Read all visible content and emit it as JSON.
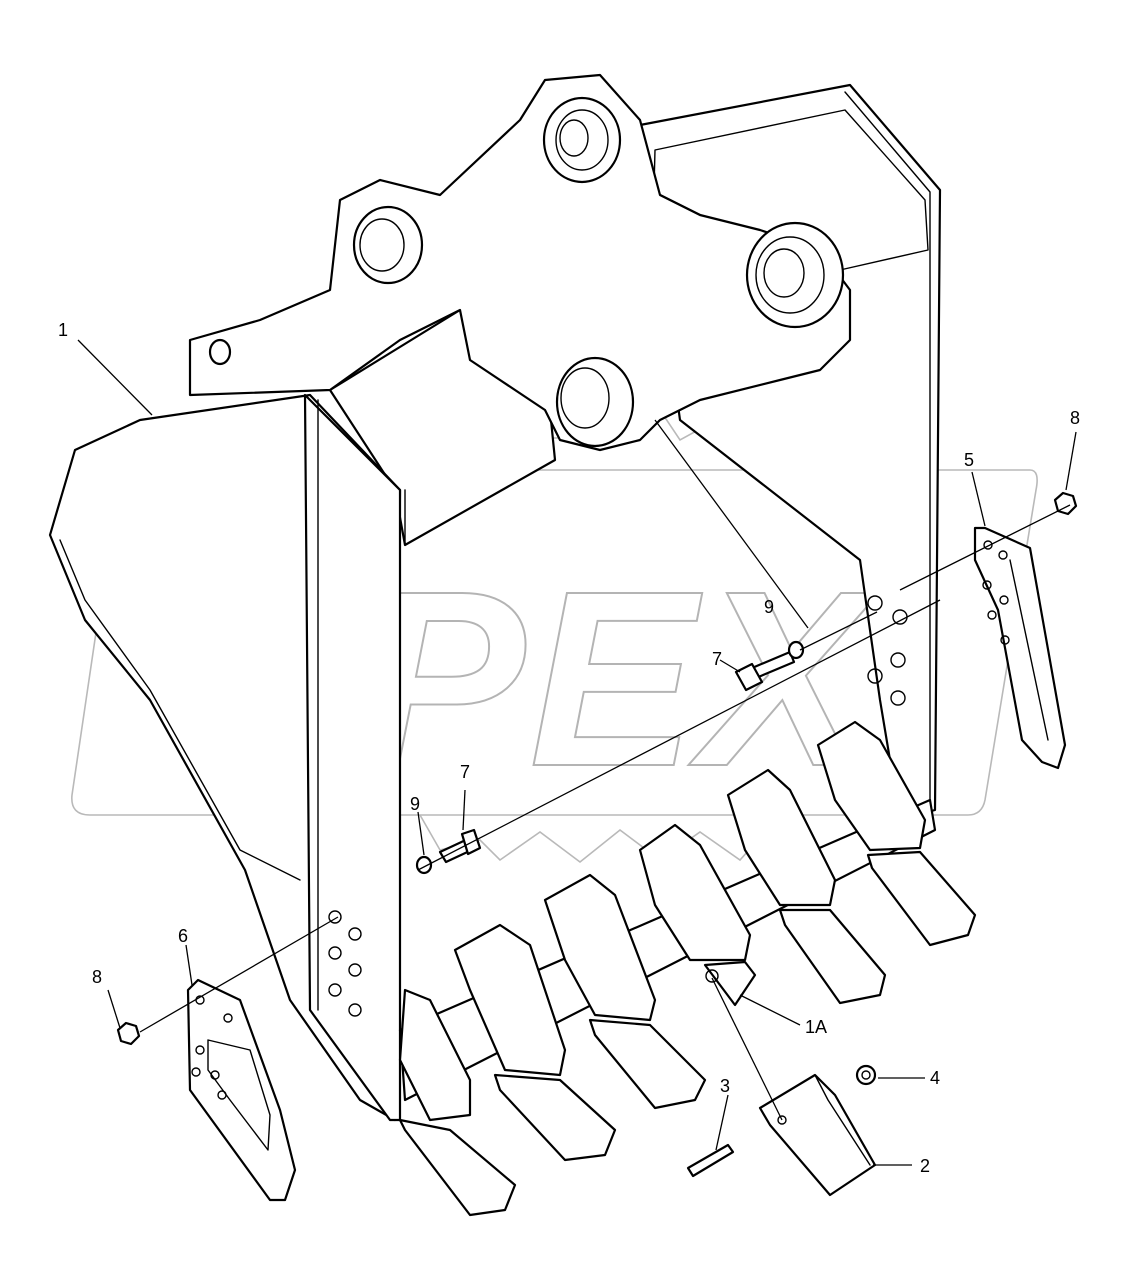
{
  "diagram": {
    "watermark_text": "OPEX",
    "callouts": {
      "c1": "1",
      "c1a": "1A",
      "c2": "2",
      "c3": "3",
      "c4": "4",
      "c5": "5",
      "c6": "6",
      "c7a": "7",
      "c7b": "7",
      "c8a": "8",
      "c8b": "8",
      "c9a": "9",
      "c9b": "9"
    }
  }
}
